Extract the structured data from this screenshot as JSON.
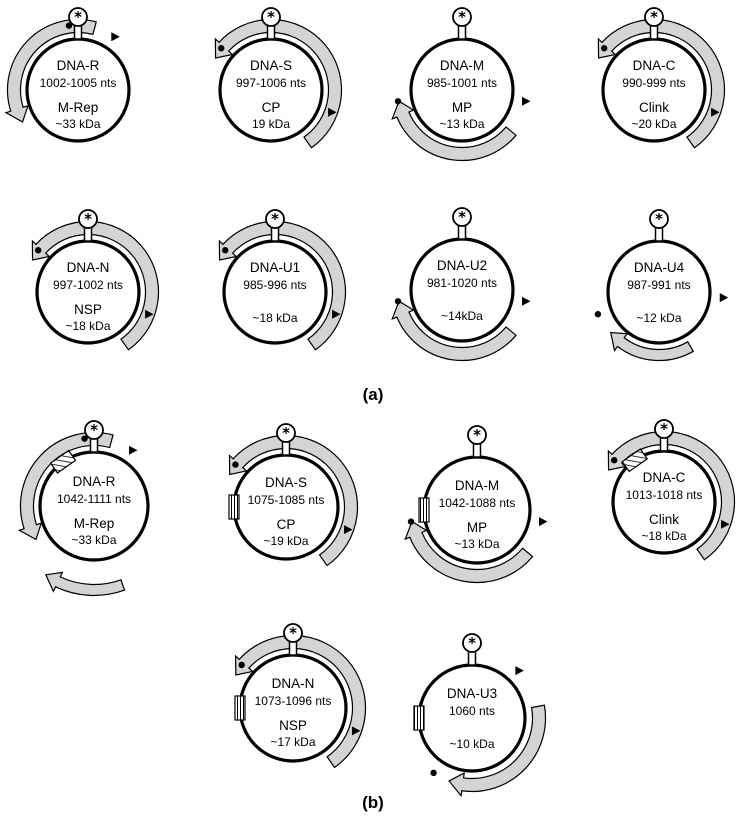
{
  "panels": [
    {
      "label": "(a)",
      "components": [
        {
          "name": "DNA-R",
          "size": "1002-1005 nts",
          "protein": "M-Rep",
          "kda": "~33 kDa",
          "arc": "ccw-full",
          "iteron": false
        },
        {
          "name": "DNA-S",
          "size": "997-1006 nts",
          "protein": "CP",
          "kda": "19 kDa",
          "arc": "ccw-right",
          "iteron": false
        },
        {
          "name": "DNA-M",
          "size": "985-1001 nts",
          "protein": "MP",
          "kda": "~13 kDa",
          "arc": "ccw-bottom",
          "iteron": false
        },
        {
          "name": "DNA-C",
          "size": "990-999 nts",
          "protein": "Clink",
          "kda": "~20 kDa",
          "arc": "ccw-right",
          "iteron": false
        },
        {
          "name": "DNA-N",
          "size": "997-1002 nts",
          "protein": "NSP",
          "kda": "~18 kDa",
          "arc": "ccw-right",
          "iteron": false
        },
        {
          "name": "DNA-U1",
          "size": "985-996 nts",
          "protein": "",
          "kda": "~18 kDa",
          "arc": "ccw-right",
          "iteron": false
        },
        {
          "name": "DNA-U2",
          "size": "981-1020 nts",
          "protein": "",
          "kda": "~14kDa",
          "arc": "ccw-bottom",
          "iteron": false
        },
        {
          "name": "DNA-U4",
          "size": "987-991 nts",
          "protein": "",
          "kda": "~12 kDa",
          "arc": "ccw-bottom-short",
          "iteron": false
        }
      ]
    },
    {
      "label": "(b)",
      "components": [
        {
          "name": "DNA-R",
          "size": "1042-1111 nts",
          "protein": "M-Rep",
          "kda": "~33 kDa",
          "arc": "ccw-full",
          "iteron": true
        },
        {
          "name": "DNA-S",
          "size": "1075-1085 nts",
          "protein": "CP",
          "kda": "~19 kDa",
          "arc": "ccw-right",
          "iteron": true
        },
        {
          "name": "DNA-M",
          "size": "1042-1088 nts",
          "protein": "MP",
          "kda": "~13 kDa",
          "arc": "ccw-bottom",
          "iteron": true
        },
        {
          "name": "DNA-C",
          "size": "1013-1018 nts",
          "protein": "Clink",
          "kda": "~18 kDa",
          "arc": "ccw-right",
          "iteron": true
        },
        {
          "name": "DNA-N",
          "size": "1073-1096 nts",
          "protein": "NSP",
          "kda": "~17 kDa",
          "arc": "ccw-right",
          "iteron": true
        },
        {
          "name": "DNA-U3",
          "size": "1060 nts",
          "protein": "",
          "kda": "~10 kDa",
          "arc": "cw-right",
          "iteron": true
        }
      ]
    }
  ],
  "stem_loop_symbol": "*",
  "colors": {
    "arrow_fill": "#d4d4d4",
    "outline": "#000000",
    "background": "#ffffff"
  }
}
